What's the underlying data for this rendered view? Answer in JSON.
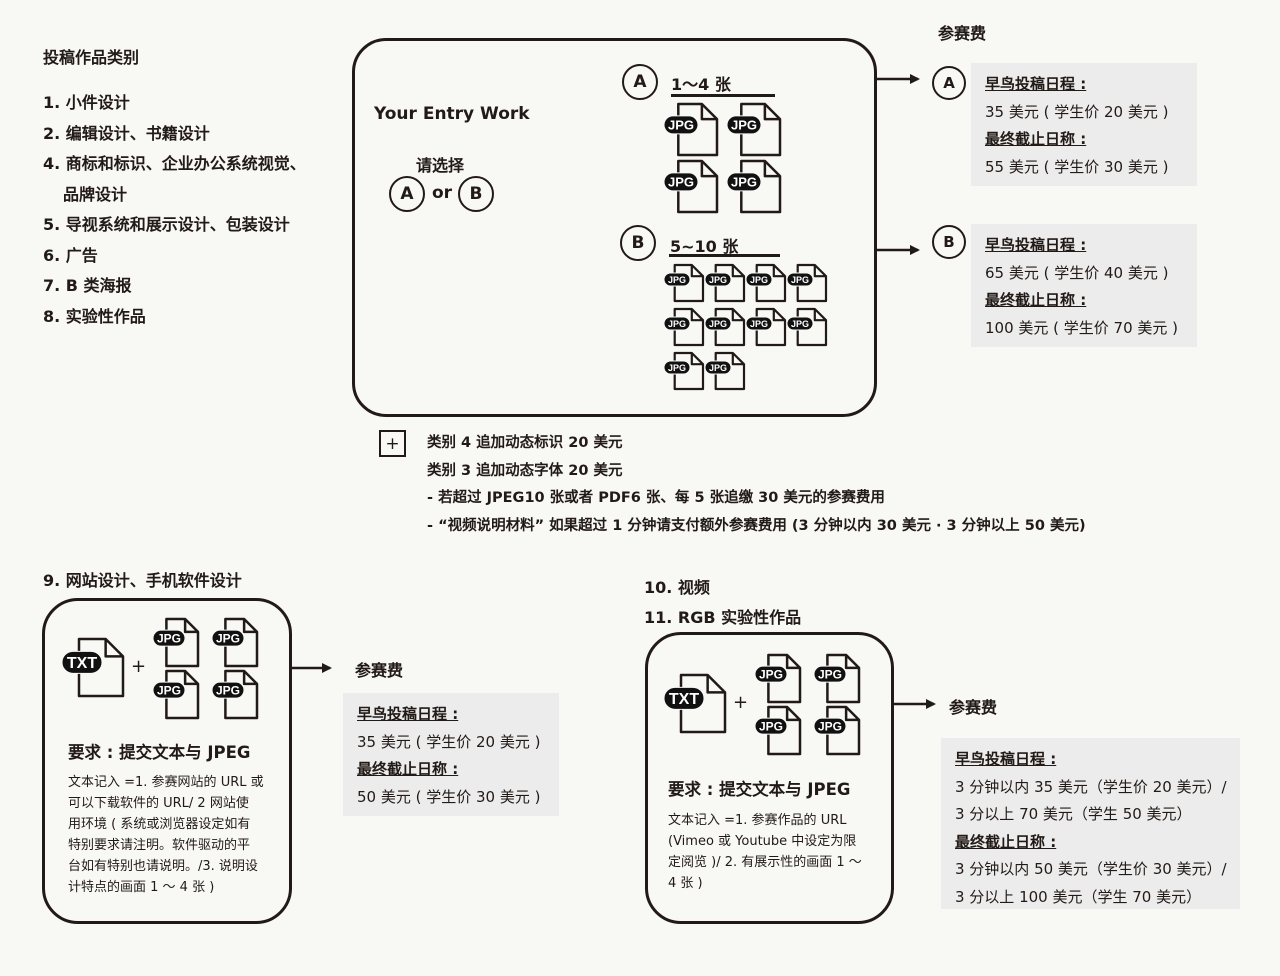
{
  "categories": {
    "title": "投稿作品类别",
    "items": [
      {
        "label": "1. 小件设计"
      },
      {
        "label": "2. 编辑设计、书籍设计"
      },
      {
        "label": "4. 商标和标识、企业办公系统视觉、"
      },
      {
        "label": "品牌设计"
      },
      {
        "label": "5. 导视系统和展示设计、包装设计"
      },
      {
        "label": "6. 广告"
      },
      {
        "label": "7. B 类海报"
      },
      {
        "label": "8. 实验性作品"
      }
    ]
  },
  "main_diagram": {
    "entry_label": "Your Entry Work",
    "choose_label": "请选择",
    "option_a": "A",
    "option_b": "B",
    "or_label": "or",
    "group_a": {
      "badge": "A",
      "count_label": "1～4 张",
      "icon_label": "JPG",
      "icon_count": 4
    },
    "group_b": {
      "badge": "B",
      "count_label": "5~10 张",
      "icon_label": "JPG",
      "icon_count": 10
    }
  },
  "fees_top": {
    "title": "参赛费",
    "option_a": {
      "badge": "A",
      "early_label": "早鸟投稿日程 :",
      "early_value": "35 美元 ( 学生价 20 美元 )",
      "final_label": "最终截止日称 :",
      "final_value": "55 美元 ( 学生价 30 美元 )"
    },
    "option_b": {
      "badge": "B",
      "early_label": "早鸟投稿日程 :",
      "early_value": "65 美元 ( 学生价 40 美元 )",
      "final_label": "最终截止日称 :",
      "final_value": "100 美元 ( 学生价 70 美元 )"
    }
  },
  "extras": {
    "plus_symbol": "+",
    "lines": [
      "类别 4 追加动态标识 20 美元",
      "类别 3 追加动态字体 20 美元",
      "- 若超过 JPEG10 张或者 PDF6 张、每 5 张追缴 30 美元的参赛费用",
      "- “视频说明材料” 如果超过 1 分钟请支付额外参赛费用 (3 分钟以内 30 美元 · 3 分钟以上 50 美元)"
    ]
  },
  "web_section": {
    "heading": "9. 网站设计、手机软件设计",
    "txt_label": "TXT",
    "jpg_label": "JPG",
    "plus": "+",
    "req_title": "要求 : 提交文本与 JPEG",
    "req_lines": [
      "文本记入 =1. 参赛网站的 URL 或",
      "可以下载软件的 URL/ 2 网站使",
      "用环境 ( 系统或浏览器设定如有",
      "特别要求请注明。软件驱动的平",
      "台如有特别也请说明。/3. 说明设",
      "计特点的画面 1 ～ 4 张 )"
    ],
    "fee_title": "参赛费",
    "early_label": "早鸟投稿日程 :",
    "early_value": "35 美元 ( 学生价 20 美元 )",
    "final_label": "最终截止日称 :",
    "final_value": "50 美元 ( 学生价 30 美元 )"
  },
  "video_section": {
    "heading_1": "10. 视频",
    "heading_2": "11. RGB 实验性作品",
    "txt_label": "TXT",
    "jpg_label": "JPG",
    "plus": "+",
    "req_title": "要求 : 提交文本与 JPEG",
    "req_lines": [
      "文本记入 =1. 参赛作品的 URL",
      "(Vimeo 或 Youtube 中设定为限",
      "定阅览 )/ 2. 有展示性的画面 1 ～",
      "4 张 )"
    ],
    "fee_title": "参赛费",
    "early_label": "早鸟投稿日程 :",
    "early_lines": [
      "3 分钟以内 35 美元（学生价 20 美元）/",
      "3 分以上 70 美元（学生 50 美元）"
    ],
    "final_label": "最终截止日称 :",
    "final_lines": [
      "3 分钟以内 50 美元（学生价 30 美元）/",
      "3 分以上 100 美元（学生 70 美元）"
    ]
  },
  "colors": {
    "ink": "#221a16",
    "background": "#f8f8f5",
    "fee_panel": "#ececec"
  }
}
